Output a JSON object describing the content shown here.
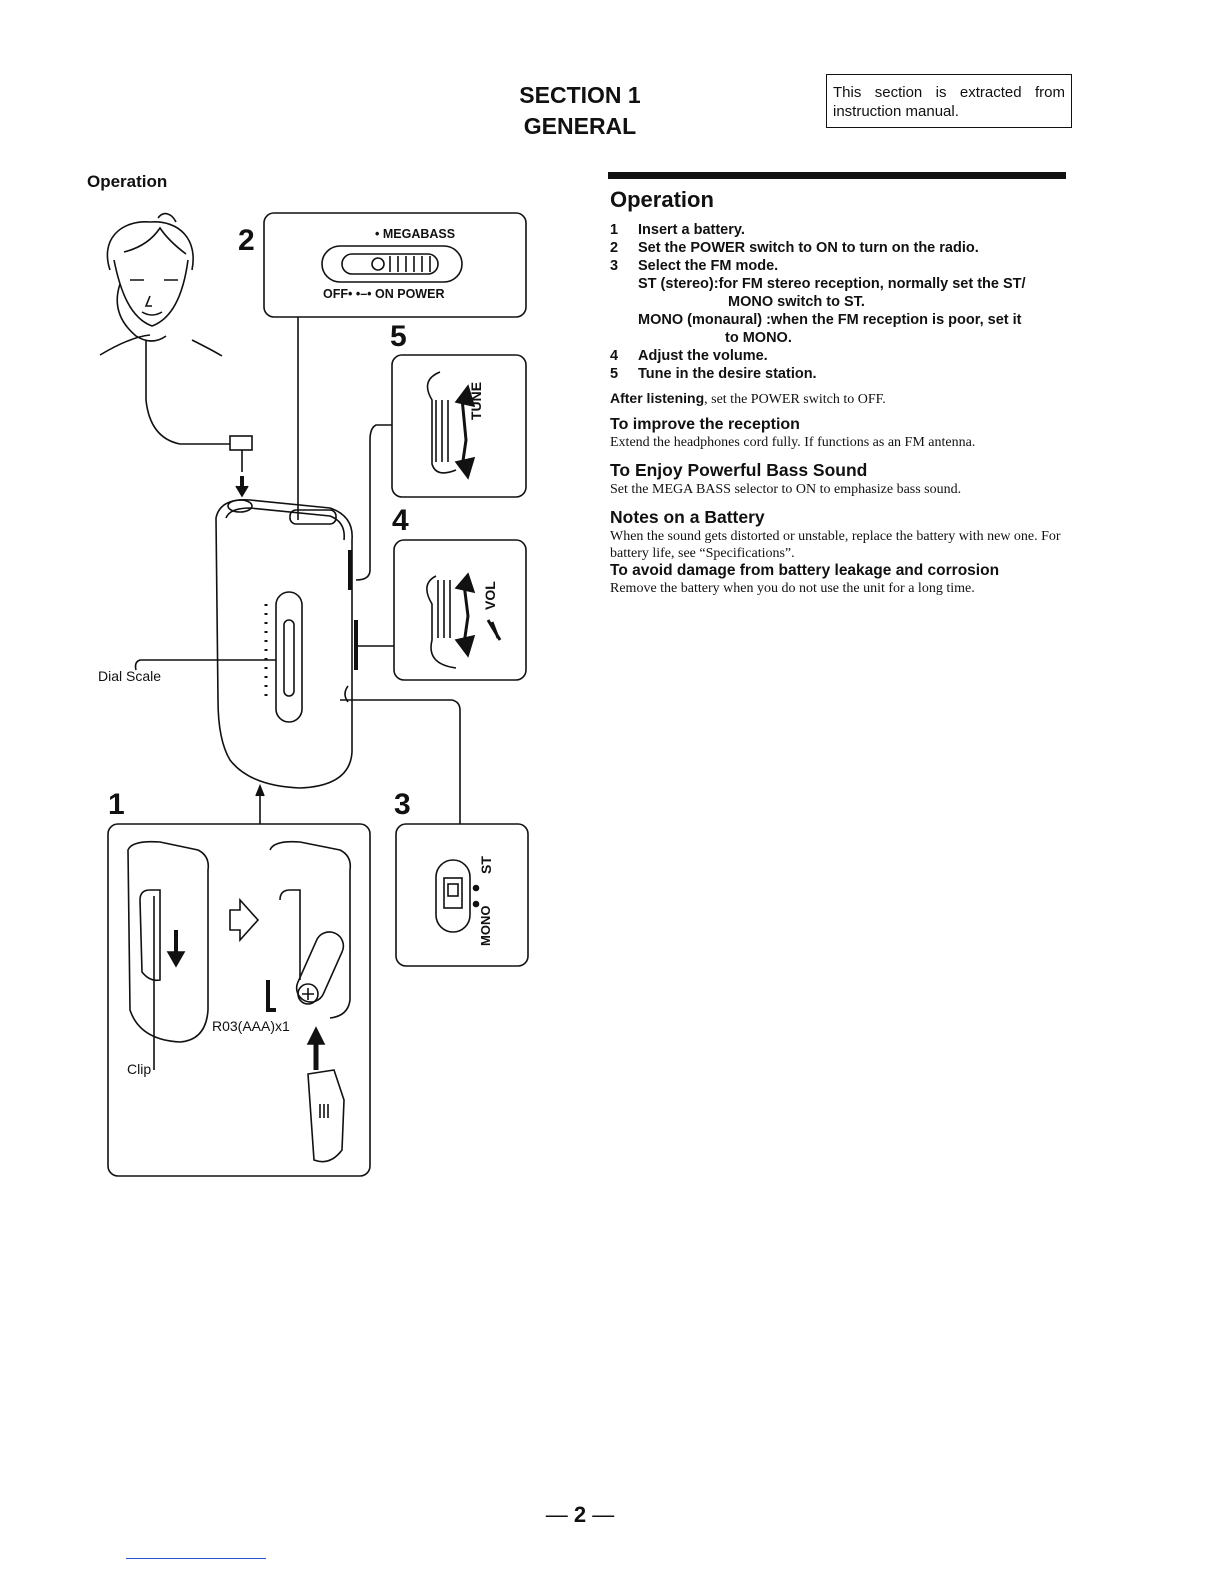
{
  "header": {
    "section": "SECTION 1",
    "title": "GENERAL",
    "note": "This section is extracted from instruction manual."
  },
  "figure": {
    "heading": "Operation",
    "step_labels": [
      "2",
      "5",
      "4",
      "1",
      "3"
    ],
    "megabass_label": "• MEGABASS",
    "power_label": "OFF• •–• ON  POWER",
    "tune_label": "TUNE",
    "vol_label": "VOL",
    "st_label": "ST",
    "mono_label": "MONO",
    "dial_scale_label": "Dial Scale",
    "clip_label": "Clip",
    "battery_label": "R03(AAA)x1"
  },
  "operation": {
    "title": "Operation",
    "steps": [
      {
        "n": "1",
        "text": "Insert a battery."
      },
      {
        "n": "2",
        "text": "Set the POWER switch to ON to turn on the radio."
      },
      {
        "n": "3",
        "text": "Select the FM mode."
      }
    ],
    "st_term": "ST (stereo): ",
    "st_desc_1": "for FM stereo reception, normally set the ST/",
    "st_desc_2": "MONO switch to ST.",
    "mono_term": "MONO (monaural) : ",
    "mono_desc_1": "when the FM reception is poor, set it",
    "mono_desc_2": "to MONO.",
    "steps_after": [
      {
        "n": "4",
        "text": "Adjust the volume."
      },
      {
        "n": "5",
        "text": "Tune in the desire station."
      }
    ],
    "after_bold": "After listening",
    "after_text": ", set the POWER switch to OFF.",
    "reception_heading": "To improve the reception",
    "reception_text": "Extend the headphones cord fully. If functions as an FM antenna.",
    "bass_heading": "To Enjoy Powerful Bass Sound",
    "bass_text": "Set the MEGA BASS selector to ON to emphasize bass sound.",
    "battery_heading": "Notes on a Battery",
    "battery_text": "When the sound gets distorted or unstable, replace the battery with new one. For battery life, see “Specifications”.",
    "leak_heading": "To avoid damage from battery leakage and corrosion",
    "leak_text": "Remove the battery when you do not use the unit for a long time."
  },
  "footer": {
    "page_number": "2"
  }
}
